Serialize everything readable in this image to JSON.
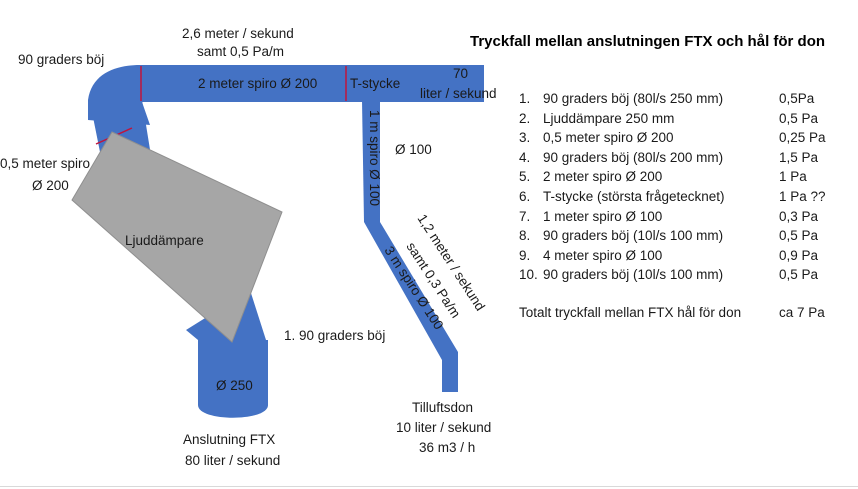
{
  "title": "Tryckfall mellan anslutningen FTX och hål för don",
  "labels": {
    "speed_top_1": "2,6 meter / sekund",
    "speed_top_2": "samt 0,5 Pa/m",
    "bend_90": "90 graders böj",
    "duct_200": "2 meter spiro Ø 200",
    "t_piece": "T-stycke",
    "flow_70_1": "70",
    "flow_70_2": "liter / sekund",
    "spiro_05_1": "0,5 meter spiro",
    "spiro_05_2": "Ø 200",
    "silencer": "Ljuddämpare",
    "vertical_1m": "1 m spiro Ø 100",
    "dia_100": "Ø 100",
    "diag_1": "1,2 meter / sekund",
    "diag_2": "samt 0,3 Pa/m",
    "diag_3": "3 m spiro Ø 100",
    "bend_1": "1. 90 graders böj",
    "dia_250": "Ø 250",
    "ftx_1": "Anslutning FTX",
    "ftx_2": "80 liter / sekund",
    "don_1": "Tilluftsdon",
    "don_2": "10 liter / sekund",
    "don_3": "36 m3 / h"
  },
  "losses": [
    {
      "num": "1.",
      "text": "90 graders böj (80l/s 250 mm)",
      "value": "0,5Pa"
    },
    {
      "num": "2.",
      "text": "Ljuddämpare 250 mm",
      "value": "0,5 Pa"
    },
    {
      "num": "3.",
      "text": "0,5 meter spiro Ø 200",
      "value": "0,25 Pa"
    },
    {
      "num": "4.",
      "text": "90 graders böj (80l/s 200 mm)",
      "value": "1,5 Pa"
    },
    {
      "num": "5.",
      "text": "2 meter spiro Ø 200",
      "value": "1 Pa"
    },
    {
      "num": "6.",
      "text": "T-stycke  (största frågetecknet)",
      "value": "1 Pa ??"
    },
    {
      "num": "7.",
      "text": "1 meter spiro Ø 100",
      "value": "0,3 Pa"
    },
    {
      "num": "8.",
      "text": "90 graders böj (10l/s 100 mm)",
      "value": "0,5 Pa"
    },
    {
      "num": "9.",
      "text": "4 meter spiro Ø 100",
      "value": "0,9 Pa"
    },
    {
      "num": "10.",
      "text": "90 graders böj (10l/s 100 mm)",
      "value": "0,5 Pa"
    }
  ],
  "total": {
    "text": "Totalt tryckfall mellan FTX hål för don",
    "value": "ca 7 Pa"
  },
  "colors": {
    "duct": "#4472c4",
    "duct_edge": "#3a63ad",
    "silencer": "#a6a6a6",
    "marker": "#c0143c"
  }
}
